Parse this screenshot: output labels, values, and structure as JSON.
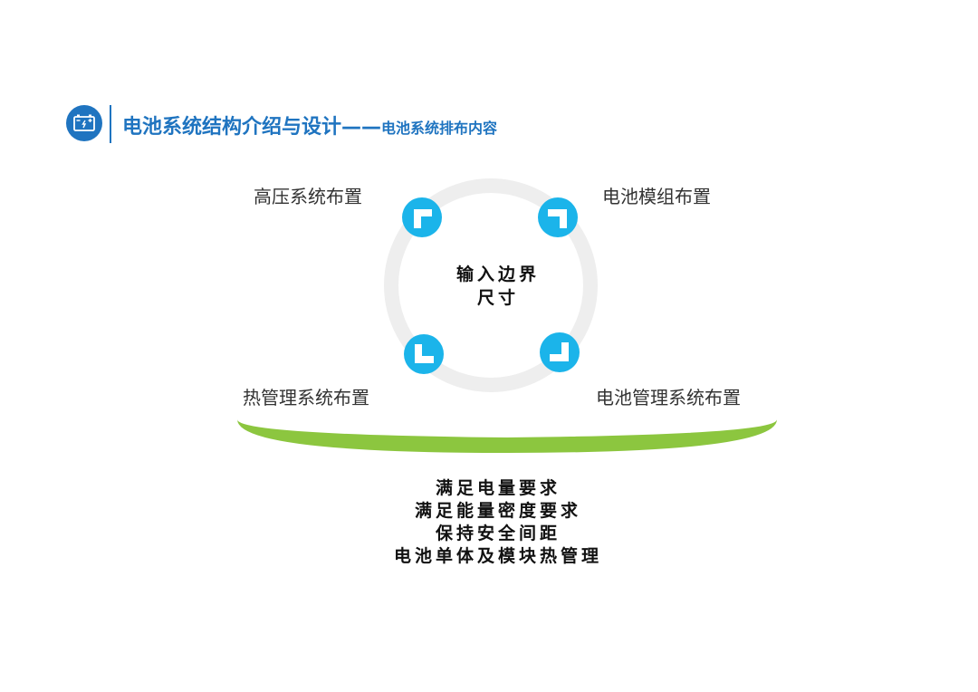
{
  "header": {
    "icon": "battery-icon",
    "title_main": "电池系统结构介绍与设计——",
    "title_sub": "电池系统排布内容",
    "accent_color": "#1f74c0"
  },
  "diagram": {
    "center": [
      "输入边界",
      "尺寸"
    ],
    "labels": {
      "top_left": "高压系统布置",
      "top_right": "电池模组布置",
      "bottom_left": "热管理系统布置",
      "bottom_right": "电池管理系统布置"
    },
    "node_color": "#1bb4ea",
    "ring_color": "#eeeeee",
    "arc_color": "#8cc63f"
  },
  "requirements": [
    "满足电量要求",
    "满足能量密度要求",
    "保持安全间距",
    "电池单体及模块热管理"
  ]
}
